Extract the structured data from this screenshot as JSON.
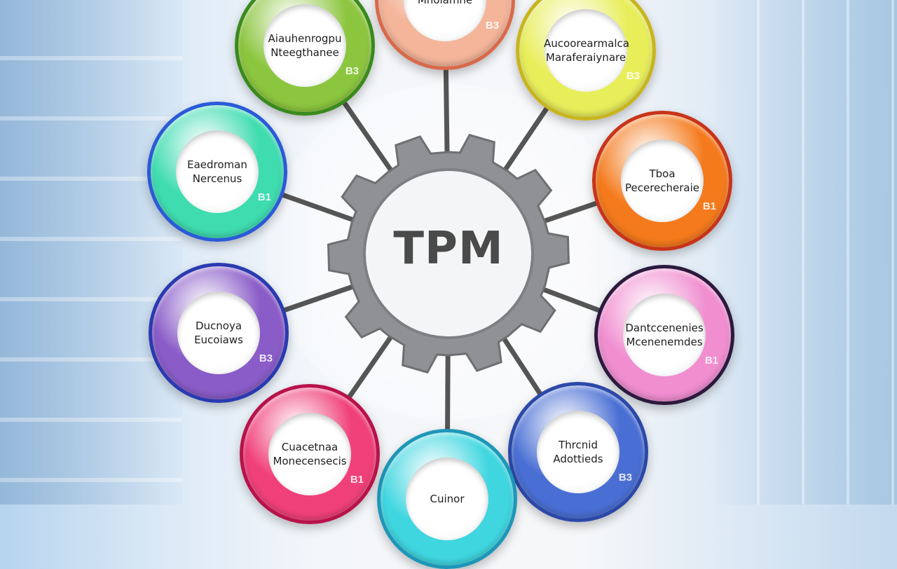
{
  "center": {
    "label": "TPM"
  },
  "nodes": [
    {
      "id": "top-left",
      "line1": "Aiauhenrogpu",
      "line2": "Nteegthanee",
      "num": "B3",
      "color": "#8cc63f",
      "rim": "#3a8a1e"
    },
    {
      "id": "top",
      "line1": "",
      "line2": "Mnoiamne",
      "num": "B3",
      "color": "#f4b59a",
      "rim": "#d9694a"
    },
    {
      "id": "top-right",
      "line1": "Aucoorearmalca",
      "line2": "Maraferaiynare",
      "num": "B3",
      "color": "#e8ee5a",
      "rim": "#c8b51e"
    },
    {
      "id": "right",
      "line1": "Tboa",
      "line2": "Pecerecheraie",
      "num": "B1",
      "color": "#f47a1c",
      "rim": "#c8341a"
    },
    {
      "id": "right-lower",
      "line1": "Dantccenenies",
      "line2": "Mcenenemdes",
      "num": "B1",
      "color": "#f08ed0",
      "rim": "#2b1a3e"
    },
    {
      "id": "bottom-right",
      "line1": "Thrcnid",
      "line2": "Adottieds",
      "num": "B3",
      "color": "#4a6fd4",
      "rim": "#2c49a8"
    },
    {
      "id": "bottom",
      "line1": "Cuinor",
      "line2": "",
      "num": "",
      "color": "#3fd6e0",
      "rim": "#1e96b8"
    },
    {
      "id": "bottom-left",
      "line1": "Cuacetnaa",
      "line2": "Monecensecis",
      "num": "B1",
      "color": "#f0407a",
      "rim": "#b8124a"
    },
    {
      "id": "left-lower",
      "line1": "Ducnoya",
      "line2": "Eucoiaws",
      "num": "B3",
      "color": "#8a5cc8",
      "rim": "#2a3ab0"
    },
    {
      "id": "left",
      "line1": "Eaedroman",
      "line2": "Nercenus",
      "num": "B1",
      "color": "#3fdcb0",
      "rim": "#2a5ad8"
    }
  ]
}
